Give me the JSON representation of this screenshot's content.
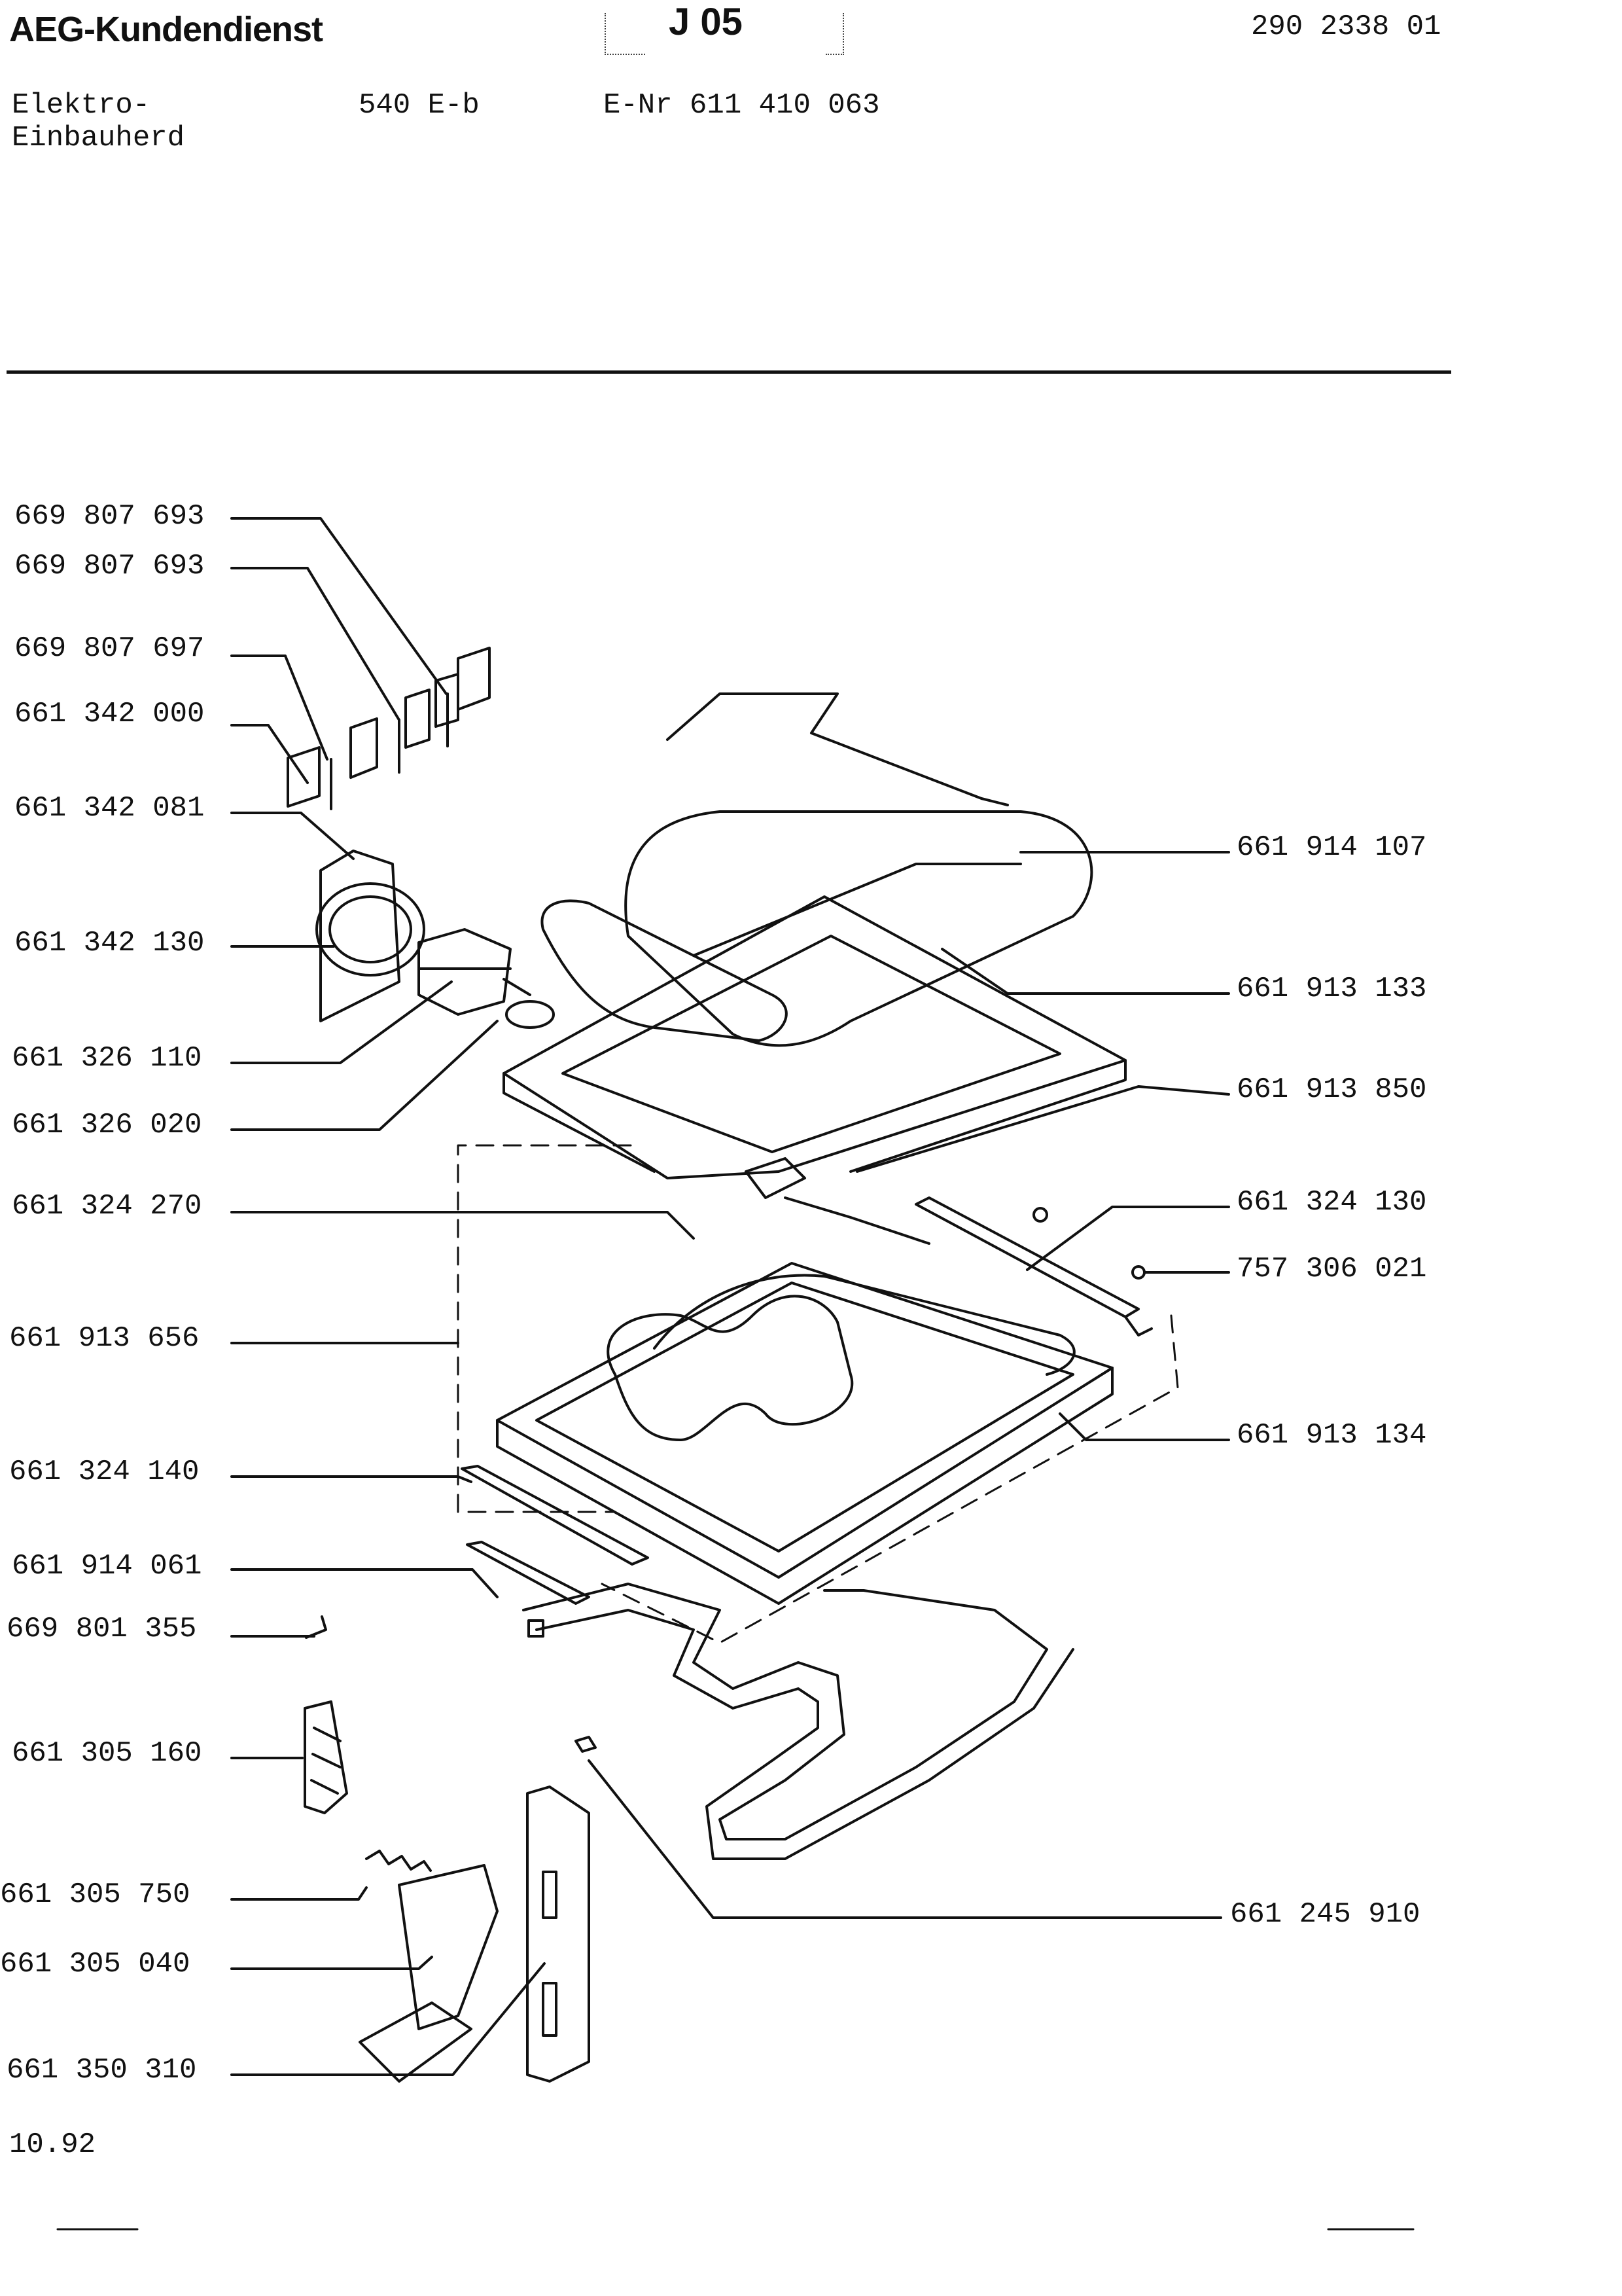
{
  "header": {
    "brand": "AEG-Kundendienst",
    "code": "J 05",
    "doc_number": "290 2338 01"
  },
  "product": {
    "type_line1": "Elektro-",
    "type_line2": "Einbauherd",
    "model": "540 E-b",
    "enr": "E-Nr 611 410 063"
  },
  "parts_left": [
    "669 807 693",
    "669 807 693",
    "669 807 697",
    "661 342 000",
    "661 342 081",
    "661 342 130",
    "661 326 110",
    "661 326 020",
    "661 324 270",
    "661 913 656",
    "661 324 140",
    "661 914 061",
    "669 801 355",
    "661 305 160",
    "661 305 750",
    "661 305 040",
    "661 350 310"
  ],
  "parts_right": [
    "661 914 107",
    "661 913 133",
    "661 913 850",
    "661 324 130",
    "757 306 021",
    "661 913 134",
    "661 245 910"
  ],
  "footer": {
    "date": "10.92"
  }
}
